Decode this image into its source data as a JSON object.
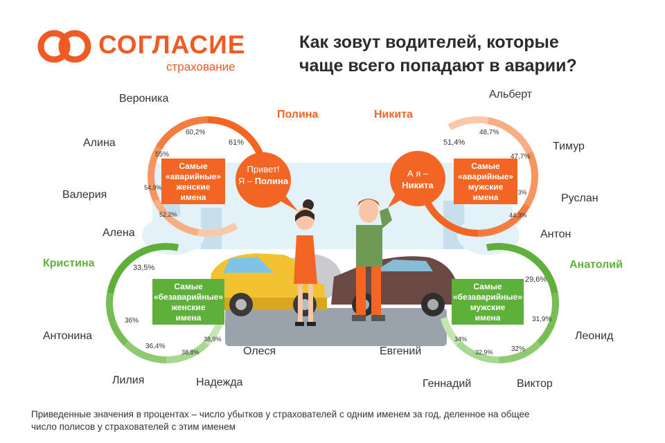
{
  "brand": {
    "name": "СОГЛАСИЕ",
    "subtitle": "страхование",
    "color": "#f15a22"
  },
  "title_line1": "Как зовут водителей, которые",
  "title_line2": "чаще всего попадают в аварии?",
  "footnote_line1": "Приведенные значения в процентах – число убытков у страхователей с одним именем за год, деленное на общее",
  "footnote_line2": "число полисов у страхователей с этим именем",
  "speech": {
    "woman": [
      "Привет!",
      "Я – ",
      "Полина"
    ],
    "man": [
      "А я –",
      "Никита"
    ]
  },
  "colors": {
    "orange": "#f26522",
    "green": "#5fb03a",
    "text": "#333333"
  },
  "chart_data": [
    {
      "type": "radial",
      "label": [
        "Самые",
        "«аварийные»",
        "женские",
        "имена"
      ],
      "names": [
        "Полина",
        "Вероника",
        "Алина",
        "Валерия",
        "Алена"
      ],
      "values_text": [
        "61%",
        "60,2%",
        "55%",
        "54,9%",
        "52,2%"
      ],
      "values": [
        61,
        60.2,
        55,
        54.9,
        52.2
      ]
    },
    {
      "type": "radial",
      "label": [
        "Самые",
        "«аварийные»",
        "мужские",
        "имена"
      ],
      "names": [
        "Никита",
        "Альберт",
        "Тимур",
        "Руслан",
        "Антон"
      ],
      "values_text": [
        "51,4%",
        "48,7%",
        "47,7%",
        "44,3%",
        "44,3%"
      ],
      "values": [
        51.4,
        48.7,
        47.7,
        44.3,
        44.3
      ]
    },
    {
      "type": "radial",
      "label": [
        "Самые",
        "«безаварийные»",
        "женские",
        "имена"
      ],
      "names": [
        "Кристина",
        "Антонина",
        "Лилия",
        "Надежда",
        "Олеся"
      ],
      "values_text": [
        "33,5%",
        "36%",
        "36,4%",
        "38,8%",
        "38,9%"
      ],
      "values": [
        33.5,
        36,
        36.4,
        38.8,
        38.9
      ]
    },
    {
      "type": "radial",
      "label": [
        "Самые",
        "«безаварийные»",
        "мужские",
        "имена"
      ],
      "names": [
        "Анатолий",
        "Леонид",
        "Виктор",
        "Геннадий",
        "Евгений"
      ],
      "values_text": [
        "29,6%",
        "31,9%",
        "32%",
        "32,9%",
        "34%"
      ],
      "values": [
        29.6,
        31.9,
        32,
        32.9,
        34
      ]
    }
  ]
}
